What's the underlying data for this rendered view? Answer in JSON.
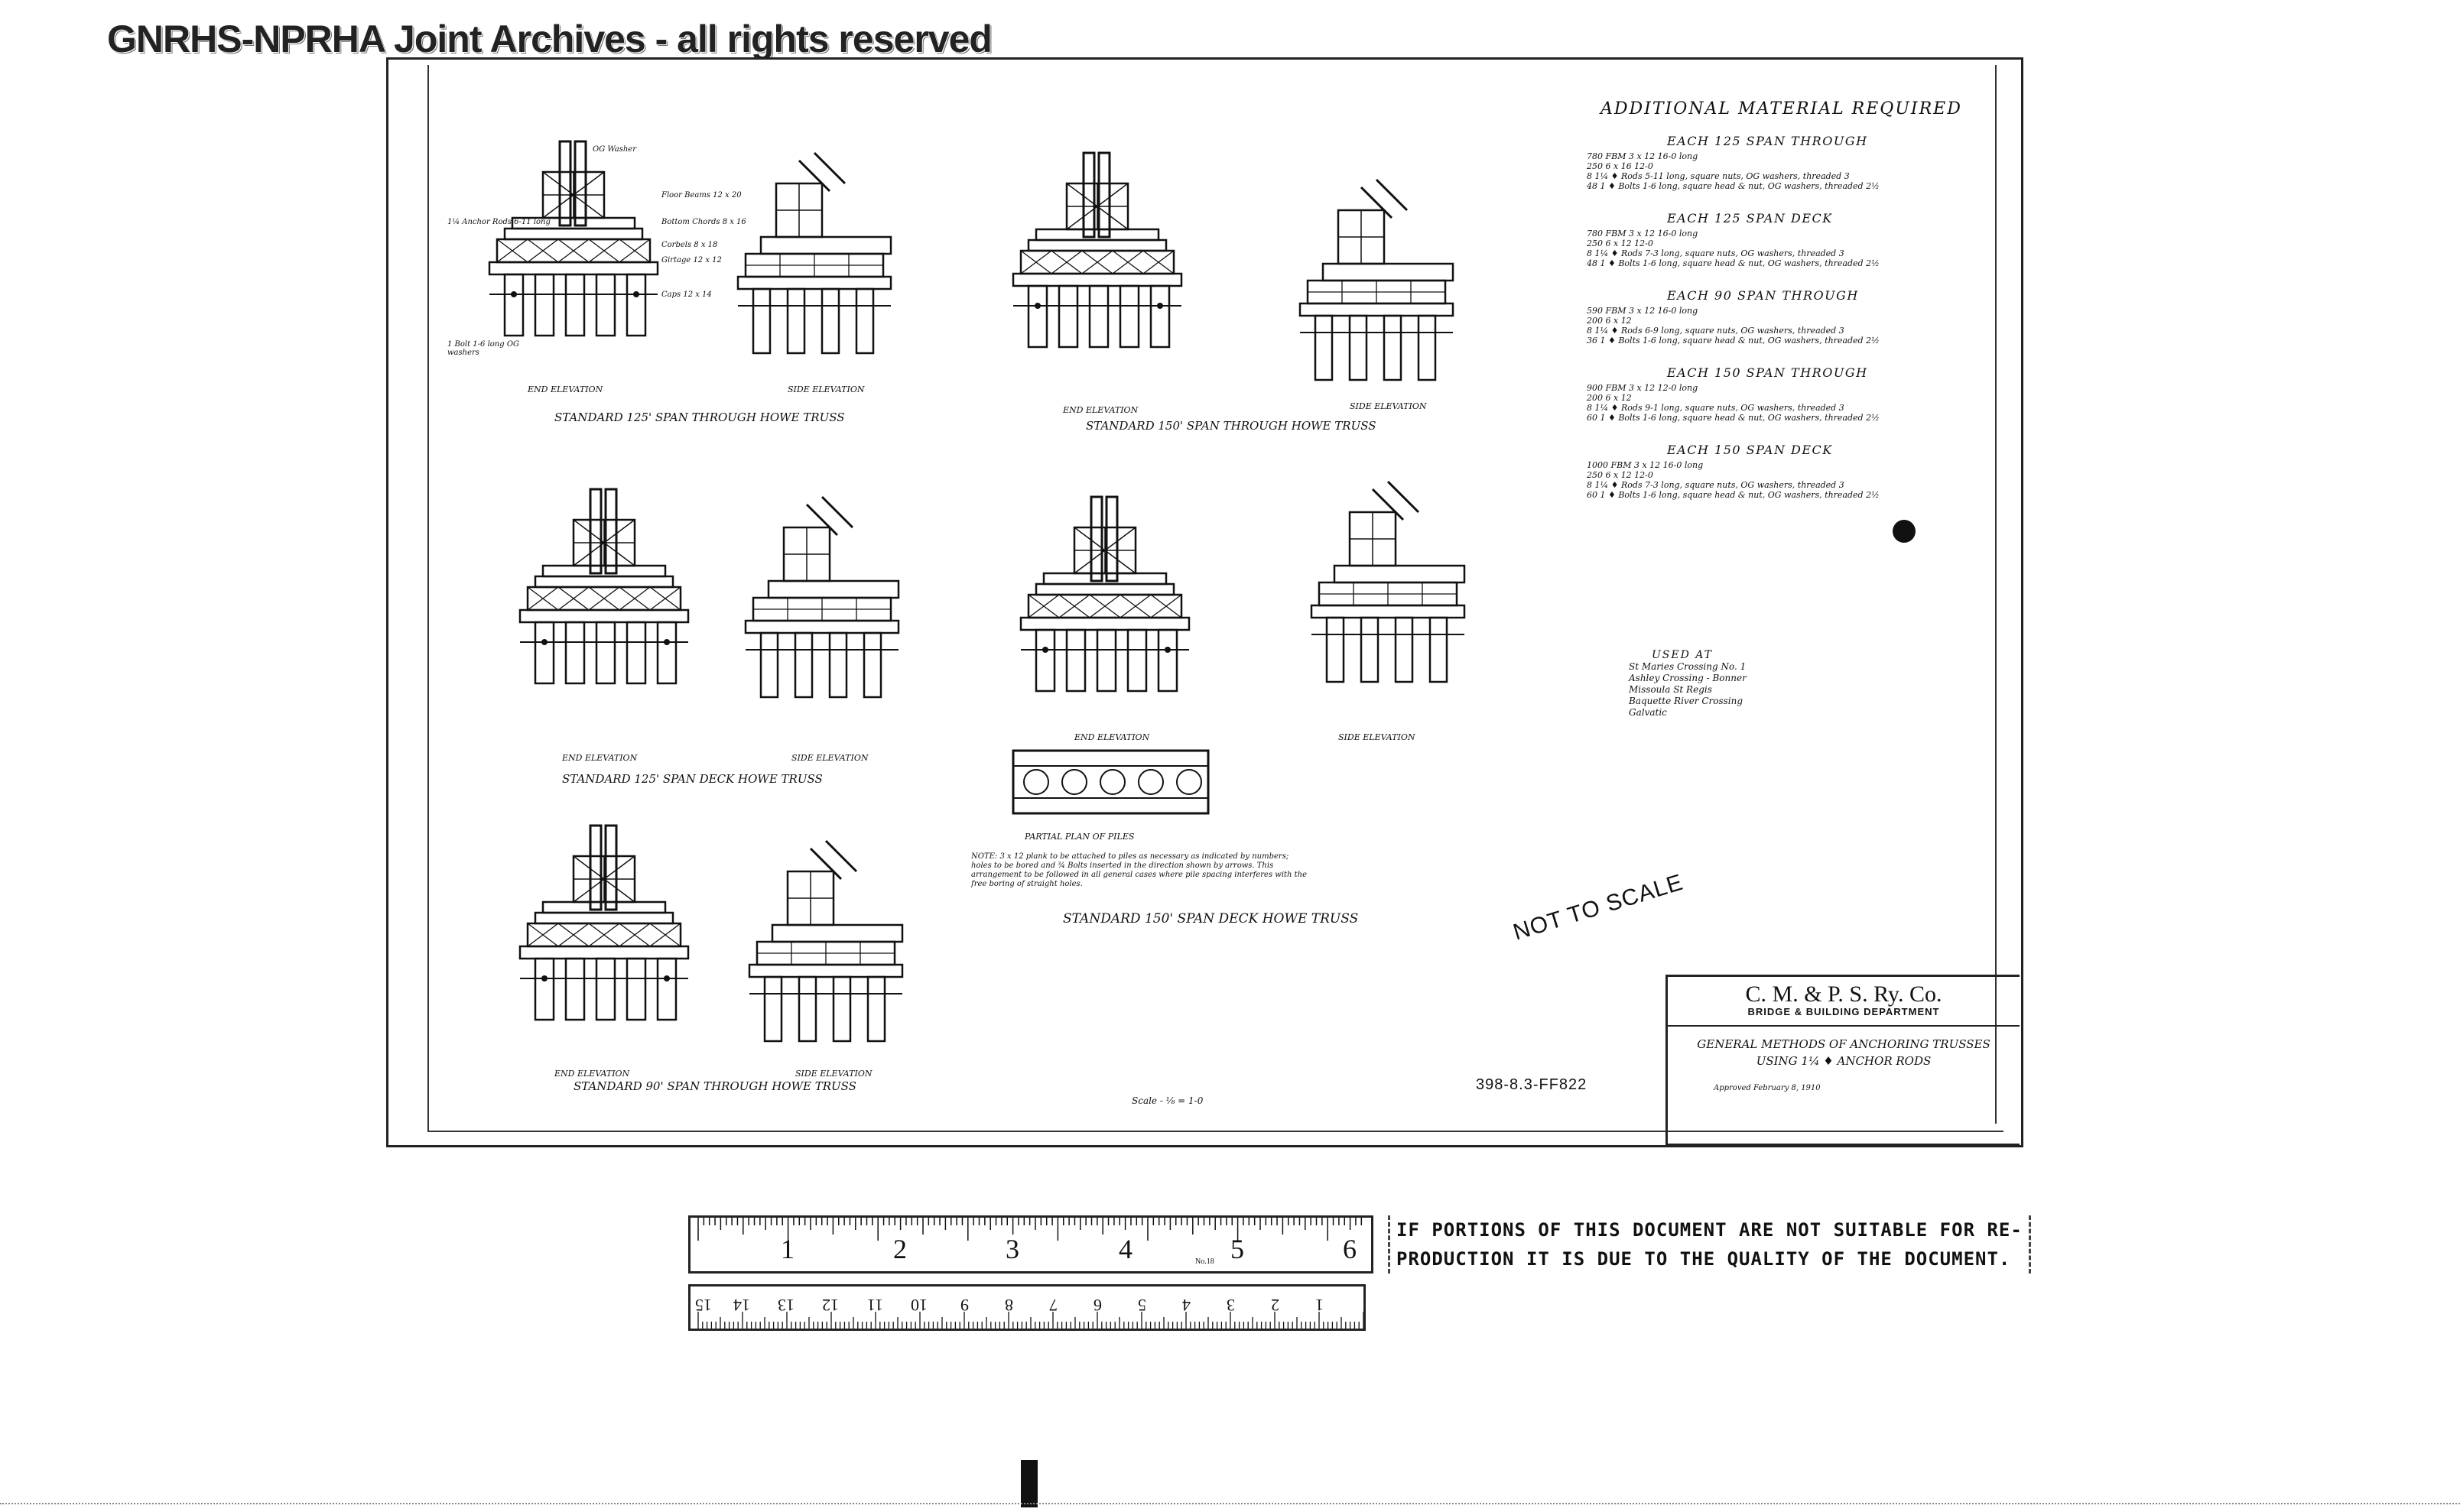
{
  "watermark": "GNRHS-NPRHA Joint Archives - all rights reserved",
  "drawing": {
    "material_header": "ADDITIONAL MATERIAL REQUIRED",
    "sections": [
      {
        "title": "EACH 125 SPAN THROUGH",
        "lines": [
          "780 FBM  3 x 12  16-0 long",
          "250  6 x 16  12-0",
          "8  1¼ ♦ Rods 5-11 long, square nuts, OG washers, threaded 3",
          "48  1 ♦ Bolts 1-6 long, square head & nut, OG washers, threaded 2½"
        ]
      },
      {
        "title": "EACH 125 SPAN DECK",
        "lines": [
          "780 FBM  3 x 12  16-0 long",
          "250  6 x 12  12-0",
          "8  1¼ ♦ Rods 7-3 long, square nuts, OG washers, threaded 3",
          "48  1 ♦ Bolts 1-6 long, square head & nut, OG washers, threaded 2½"
        ]
      },
      {
        "title": "EACH 90 SPAN THROUGH",
        "lines": [
          "590 FBM  3 x 12  16-0 long",
          "200  6 x 12",
          "8  1¼ ♦ Rods 6-9 long, square nuts, OG washers, threaded 3",
          "36  1 ♦ Bolts 1-6 long, square head & nut, OG washers, threaded 2½"
        ]
      },
      {
        "title": "EACH 150 SPAN THROUGH",
        "lines": [
          "900 FBM  3 x 12  12-0 long",
          "200  6 x 12",
          "8  1¼ ♦ Rods 9-1 long, square nuts, OG washers, threaded 3",
          "60  1 ♦ Bolts 1-6 long, square head & nut, OG washers, threaded 2½"
        ]
      },
      {
        "title": "EACH 150 SPAN DECK",
        "lines": [
          "1000 FBM  3 x 12  16-0 long",
          "250  6 x 12  12-0",
          "8  1¼ ♦ Rods 7-3 long, square nuts, OG washers, threaded 3",
          "60  1 ♦ Bolts 1-6 long, square head & nut, OG washers, threaded 2½"
        ]
      }
    ],
    "used_at": {
      "heading": "USED AT",
      "lines": [
        "St Maries Crossing No. 1",
        "Ashley Crossing - Bonner",
        "Missoula   St Regis",
        "Baquette River Crossing",
        "Galvatic"
      ]
    },
    "views": [
      {
        "end": "END ELEVATION",
        "side": "SIDE ELEVATION",
        "caption": "STANDARD 125' SPAN THROUGH HOWE TRUSS"
      },
      {
        "end": "END ELEVATION",
        "side": "SIDE ELEVATION",
        "caption": "STANDARD 150' SPAN THROUGH HOWE TRUSS"
      },
      {
        "end": "END ELEVATION",
        "side": "SIDE ELEVATION",
        "caption": "STANDARD 125' SPAN DECK HOWE TRUSS"
      },
      {
        "end": "END ELEVATION",
        "side": "SIDE ELEVATION",
        "caption": "STANDARD 150' SPAN DECK HOWE TRUSS"
      },
      {
        "end": "END ELEVATION",
        "side": "SIDE ELEVATION",
        "caption": "STANDARD 90' SPAN THROUGH HOWE TRUSS"
      }
    ],
    "labels": {
      "og_washer": "OG Washer",
      "floor_beams": "Floor Beams 12 x 20",
      "bottom_chords": "Bottom Chords 8 x 16",
      "corbels": "Corbels 8 x 18",
      "girtage": "Girtage 12 x 12",
      "caps": "Caps 12 x 14",
      "anchor_rods": "1¼ Anchor Rods 6-11 long",
      "bolt": "1 Bolt 1-6 long OG washers",
      "plan_of_piles": "PARTIAL PLAN OF PILES",
      "note": "NOTE: 3 x 12 plank to be attached to piles as necessary as indicated by numbers; holes to be bored and ¾ Bolts inserted in the direction shown by arrows. This arrangement to be followed in all general cases where pile spacing interferes with the free boring of straight holes.",
      "scale": "Scale - ⅛ = 1-0",
      "not_to_scale": "NOT TO SCALE"
    },
    "title_block": {
      "company": "C. M. & P. S. Ry. Co.",
      "dept": "BRIDGE & BUILDING DEPARTMENT",
      "title": "GENERAL METHODS OF ANCHORING TRUSSES",
      "subtitle": "USING 1¼ ♦ ANCHOR RODS",
      "date": "Approved February 8, 1910"
    },
    "drawing_number": "398-8.3-FF822"
  },
  "ruler_top": {
    "numbers": [
      "1",
      "2",
      "3",
      "4",
      "5",
      "6"
    ],
    "mark": "No.18"
  },
  "ruler_bottom": {
    "numbers": [
      "1",
      "2",
      "3",
      "4",
      "5",
      "6",
      "7",
      "8",
      "9",
      "10",
      "11",
      "12",
      "13",
      "14",
      "15"
    ]
  },
  "notice": {
    "line1": "IF PORTIONS OF THIS DOCUMENT ARE NOT SUITABLE FOR RE-",
    "line2": "PRODUCTION IT IS DUE TO THE QUALITY OF THE DOCUMENT."
  }
}
